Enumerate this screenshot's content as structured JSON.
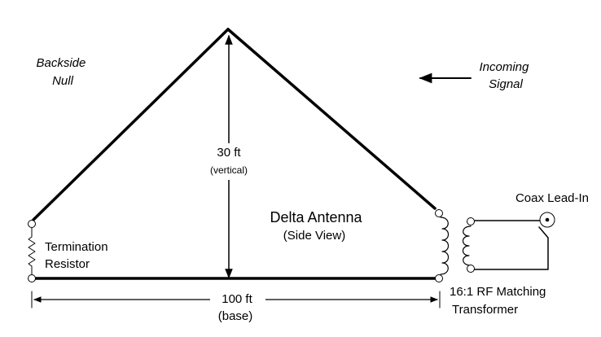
{
  "labels": {
    "backside": [
      "Backside",
      "Null"
    ],
    "incoming": [
      "Incoming",
      "Signal"
    ],
    "height": "30 ft",
    "height_note": "(vertical)",
    "antenna_title": "Delta Antenna",
    "antenna_view": "(Side View)",
    "termination": [
      "Termination",
      "Resistor"
    ],
    "coax": "Coax Lead-In",
    "base_length": "100 ft",
    "base_note": "(base)",
    "transformer": [
      "16:1 RF Matching",
      "Transformer"
    ]
  },
  "colors": {
    "line": "#000000",
    "background": "#ffffff"
  }
}
